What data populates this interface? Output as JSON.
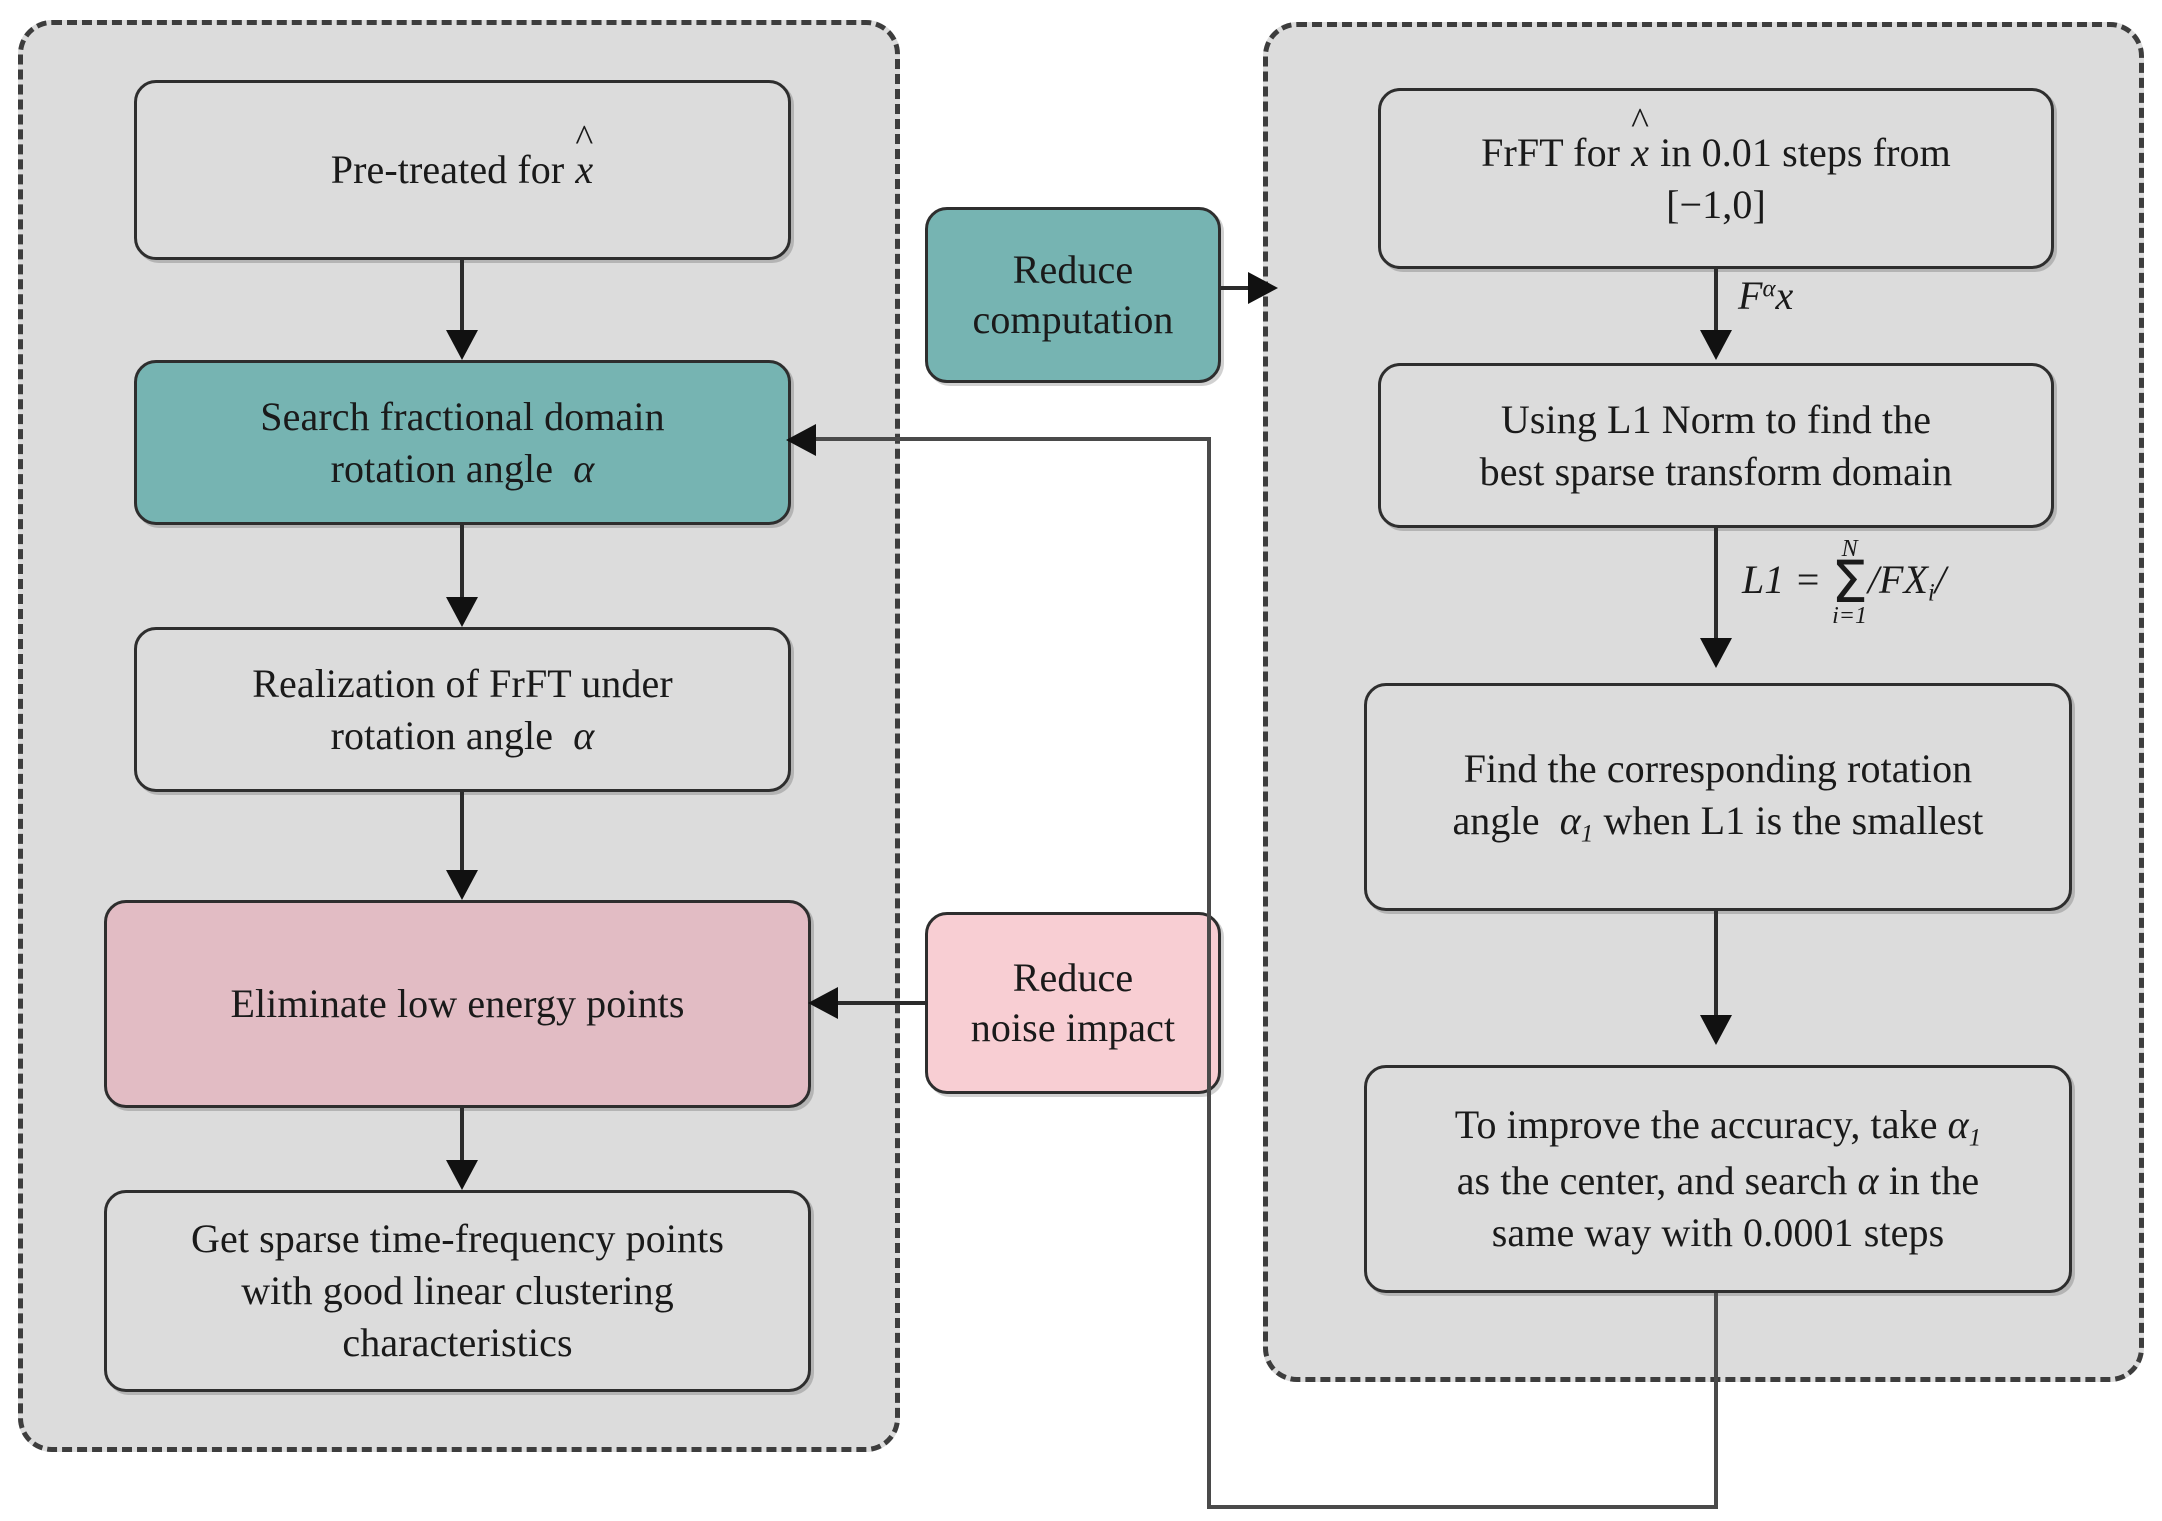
{
  "diagram": {
    "title": "FrFT sparse time-frequency point extraction flowchart",
    "colors": {
      "group_fill": "#dcdcdc",
      "group_border": "#3d3d3d",
      "node_fill": "#dcdcdc",
      "teal": "#76b4b2",
      "pink": "#e2bcc4",
      "pink_light": "#f8ced3",
      "stroke": "#2e2e2e",
      "text": "#1a1a1a"
    }
  },
  "left_group": {
    "name": "left-process-group",
    "nodes": {
      "pretreat": {
        "label_pre": "Pre-treated for ",
        "symbol": "x",
        "symbol_hat": "^"
      },
      "search_angle": {
        "line1": "Search fractional domain",
        "line2_pre": "rotation angle ",
        "line2_symbol": "α"
      },
      "realization": {
        "line1": "Realization of FrFT under",
        "line2_pre": "rotation angle ",
        "line2_symbol": "α"
      },
      "eliminate": {
        "label": "Eliminate low energy points"
      },
      "sparse_points": {
        "line1": "Get sparse time-frequency points",
        "line2": "with good linear clustering",
        "line3": "characteristics"
      }
    }
  },
  "middle": {
    "reduce_computation": {
      "line1": "Reduce",
      "line2": "computation"
    },
    "reduce_noise": {
      "line1": "Reduce",
      "line2": "noise impact"
    }
  },
  "right_group": {
    "name": "right-process-group",
    "nodes": {
      "frft_steps": {
        "line1_a": "FrFT for ",
        "line1_symbol": "x",
        "line1_symbol_hat": "^",
        "line1_b": " in 0.01 steps from",
        "line2": "[−1,0]"
      },
      "l1_norm": {
        "line1": "Using L1 Norm to find the",
        "line2": "best sparse transform domain"
      },
      "find_angle": {
        "line1": "Find the corresponding rotation",
        "line2_pre": "angle ",
        "line2_symbol": "α",
        "line2_sub": "1",
        "line2_post": " when L1 is the smallest"
      },
      "improve_accuracy": {
        "line1_pre": "To improve the accuracy, take ",
        "line1_symbol": "α",
        "line1_sub": "1",
        "line2_pre": "as the center, and search ",
        "line2_symbol": "α",
        "line2_post": " in the",
        "line3": "same way with 0.0001 steps"
      }
    }
  },
  "edge_labels": {
    "frft_transform": {
      "base": "F",
      "exponent": "α",
      "operand": "x"
    },
    "l1_formula": {
      "lhs": "L1 =",
      "sum_top": "N",
      "sum_bottom": "i=1",
      "body_open": "/",
      "body": "FX",
      "body_sub": "i",
      "body_close": "/"
    }
  }
}
